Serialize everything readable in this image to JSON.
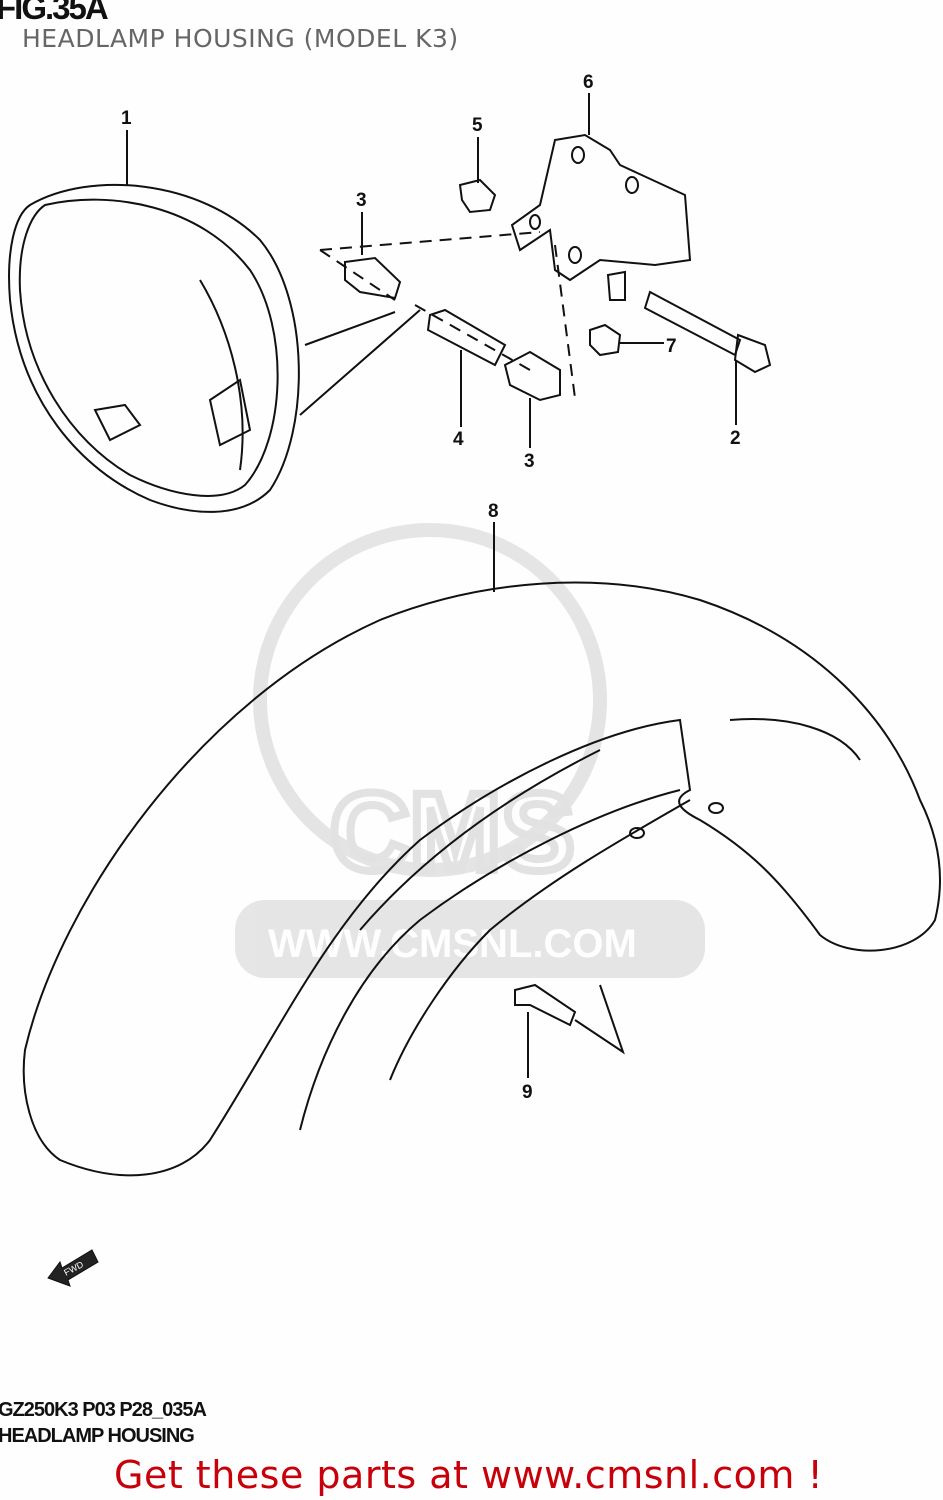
{
  "header": {
    "figure": "FIG.35A",
    "title": "HEADLAMP HOUSING (MODEL K3)"
  },
  "callouts": [
    "1",
    "2",
    "3",
    "3",
    "4",
    "5",
    "6",
    "7",
    "8",
    "9"
  ],
  "direction_marker": "FWD",
  "watermark": {
    "text": "WWW.CMSNL.COM",
    "logo": "CMS"
  },
  "footer": {
    "code": "GZ250K3 P03 P28_035A",
    "caption": "HEADLAMP HOUSING",
    "promo": "Get these parts at www.cmsnl.com !"
  },
  "colors": {
    "promo": "#c8000a",
    "line": "#111111",
    "watermark": "#dddddd"
  }
}
